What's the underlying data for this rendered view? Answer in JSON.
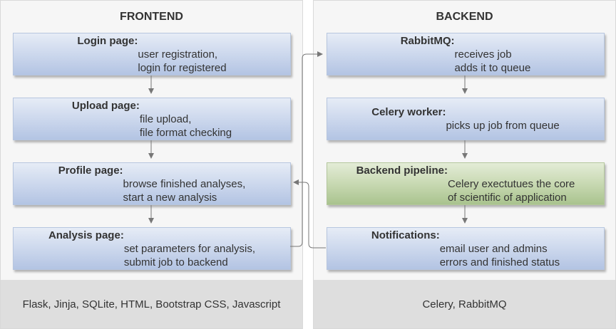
{
  "frontend": {
    "title": "FRONTEND",
    "footer": "Flask, Jinja, SQLite, HTML, Bootstrap CSS, Javascript",
    "boxes": [
      {
        "key": "Login page:",
        "line1": "user registration,",
        "line2": "login for registered"
      },
      {
        "key": "Upload page:",
        "line1": "file upload,",
        "line2": "file format checking"
      },
      {
        "key": "Profile page:",
        "line1": "browse finished analyses,",
        "line2": "start a new analysis"
      },
      {
        "key": "Analysis page:",
        "line1": "set parameters for analysis,",
        "line2": "submit job to backend"
      }
    ]
  },
  "backend": {
    "title": "BACKEND",
    "footer": "Celery, RabbitMQ",
    "boxes": [
      {
        "key": "RabbitMQ:",
        "line1": "receives job",
        "line2": "adds it to queue"
      },
      {
        "key": "Celery worker:",
        "line1": "picks up job from queue",
        "line2": ""
      },
      {
        "key": "Backend pipeline:",
        "line1": "Celery exectutues the core",
        "line2": "of scientific of application"
      },
      {
        "key": "Notifications:",
        "line1": "email user and admins",
        "line2": "errors and finished status"
      }
    ]
  },
  "colors": {
    "box_blue": "#cfdaee",
    "box_green": "#cbdbb6",
    "arrow": "#777777",
    "panel": "#f6f6f6",
    "footer": "#dedede"
  }
}
